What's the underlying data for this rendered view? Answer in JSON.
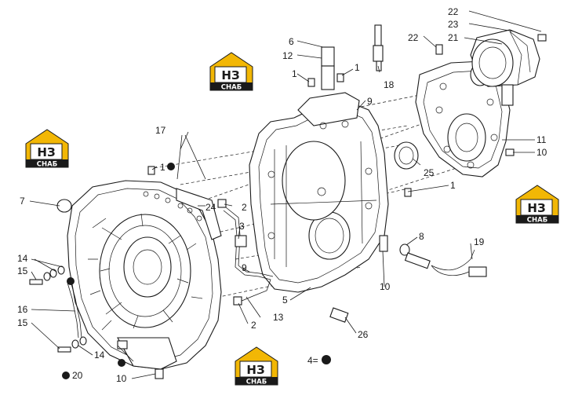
{
  "logo": {
    "mark": "НЗ",
    "word": "СНАБ",
    "brand_color": "#f2b705",
    "dark_color": "#1a1a1a"
  },
  "legend": {
    "text": "4="
  },
  "callouts": [
    {
      "id": "c22a",
      "text": "22"
    },
    {
      "id": "c23",
      "text": "23"
    },
    {
      "id": "c21",
      "text": "21"
    },
    {
      "id": "c22b",
      "text": "22"
    },
    {
      "id": "c6",
      "text": "6"
    },
    {
      "id": "c12",
      "text": "12"
    },
    {
      "id": "c1a",
      "text": "1"
    },
    {
      "id": "c1b",
      "text": "1"
    },
    {
      "id": "c18",
      "text": "18"
    },
    {
      "id": "c9a",
      "text": "9"
    },
    {
      "id": "c17",
      "text": "17"
    },
    {
      "id": "c1c",
      "text": "1"
    },
    {
      "id": "c7",
      "text": "7"
    },
    {
      "id": "c24",
      "text": "24"
    },
    {
      "id": "c2a",
      "text": "2"
    },
    {
      "id": "c3",
      "text": "3"
    },
    {
      "id": "c25",
      "text": "25"
    },
    {
      "id": "c1d",
      "text": "1"
    },
    {
      "id": "c11",
      "text": "11"
    },
    {
      "id": "c10a",
      "text": "10"
    },
    {
      "id": "c8",
      "text": "8"
    },
    {
      "id": "c19",
      "text": "19"
    },
    {
      "id": "c14a",
      "text": "14"
    },
    {
      "id": "c15a",
      "text": "15"
    },
    {
      "id": "c9b",
      "text": "9"
    },
    {
      "id": "c10b",
      "text": "10"
    },
    {
      "id": "c16",
      "text": "16"
    },
    {
      "id": "c5",
      "text": "5"
    },
    {
      "id": "c15b",
      "text": "15"
    },
    {
      "id": "c13",
      "text": "13"
    },
    {
      "id": "c2b",
      "text": "2"
    },
    {
      "id": "c26",
      "text": "26"
    },
    {
      "id": "c14b",
      "text": "14"
    },
    {
      "id": "c20",
      "text": "20"
    },
    {
      "id": "c10c",
      "text": "10"
    }
  ]
}
